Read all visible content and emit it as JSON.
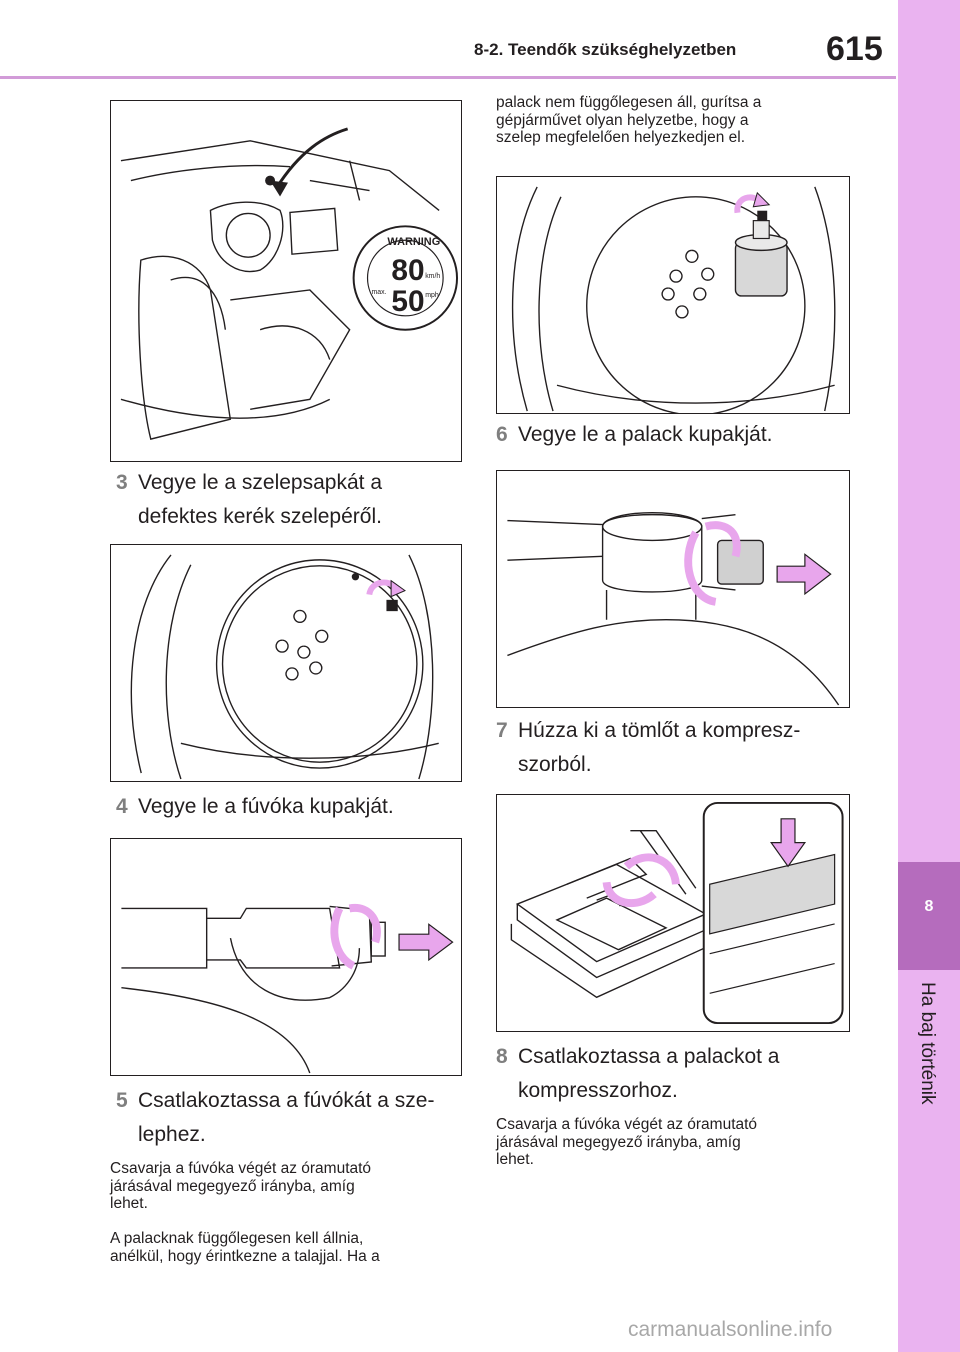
{
  "header": {
    "section_title": "8-2. Teendők szükséghelyzetben",
    "page_number": "615"
  },
  "side_tab": {
    "chapter_number": "8",
    "chapter_title": "Ha baj történik"
  },
  "figure1": {
    "label_warning": "WARNING",
    "speed_1": "80",
    "speed_2": "50",
    "unit_kmh": "km/h",
    "unit_mph": "mph",
    "label_max": "max."
  },
  "steps": {
    "s3_num": "3",
    "s3_line1": "Vegye le a szelepsapkát a",
    "s3_line2": "defektes kerék szelepéről.",
    "s4_num": "4",
    "s4_line1": "Vegye le a fúvóka kupakját.",
    "s5_num": "5",
    "s5_line1": "Csatlakoztassa a fúvókát a sze-",
    "s5_line2": "lephez.",
    "s6_num": "6",
    "s6_line1": "Vegye le a palack kupakját.",
    "s7_num": "7",
    "s7_line1": "Húzza ki a tömlőt a kompresz-",
    "s7_line2": "szorból.",
    "s8_num": "8",
    "s8_line1": "Csatlakoztassa a palackot a",
    "s8_line2": "kompresszorhoz."
  },
  "left_text": {
    "p1_l1": "Csavarja a fúvóka végét az óramutató",
    "p1_l2": "járásával megegyező irányba, amíg",
    "p1_l3": "lehet.",
    "p2_l1": "A palacknak függőlegesen kell állnia,",
    "p2_l2": "anélkül, hogy érintkezne a talajjal. Ha a"
  },
  "right_text": {
    "p1_l1": "palack nem függőlegesen áll, gurítsa a",
    "p1_l2": "gépjárművet olyan helyzetbe, hogy a",
    "p1_l3": "szelep megfelelően helyezkedjen el.",
    "p2_l1": "Csavarja a fúvóka végét az óramutató",
    "p2_l2": "járásával megegyező irányba, amíg",
    "p2_l3": "lehet."
  },
  "watermark": "carmanualsonline.info",
  "colors": {
    "accent_light": "#eab3f0",
    "accent_dark": "#b56cbd",
    "arrow_fill": "#e8a6ec",
    "step_number": "#7f7f7f"
  }
}
